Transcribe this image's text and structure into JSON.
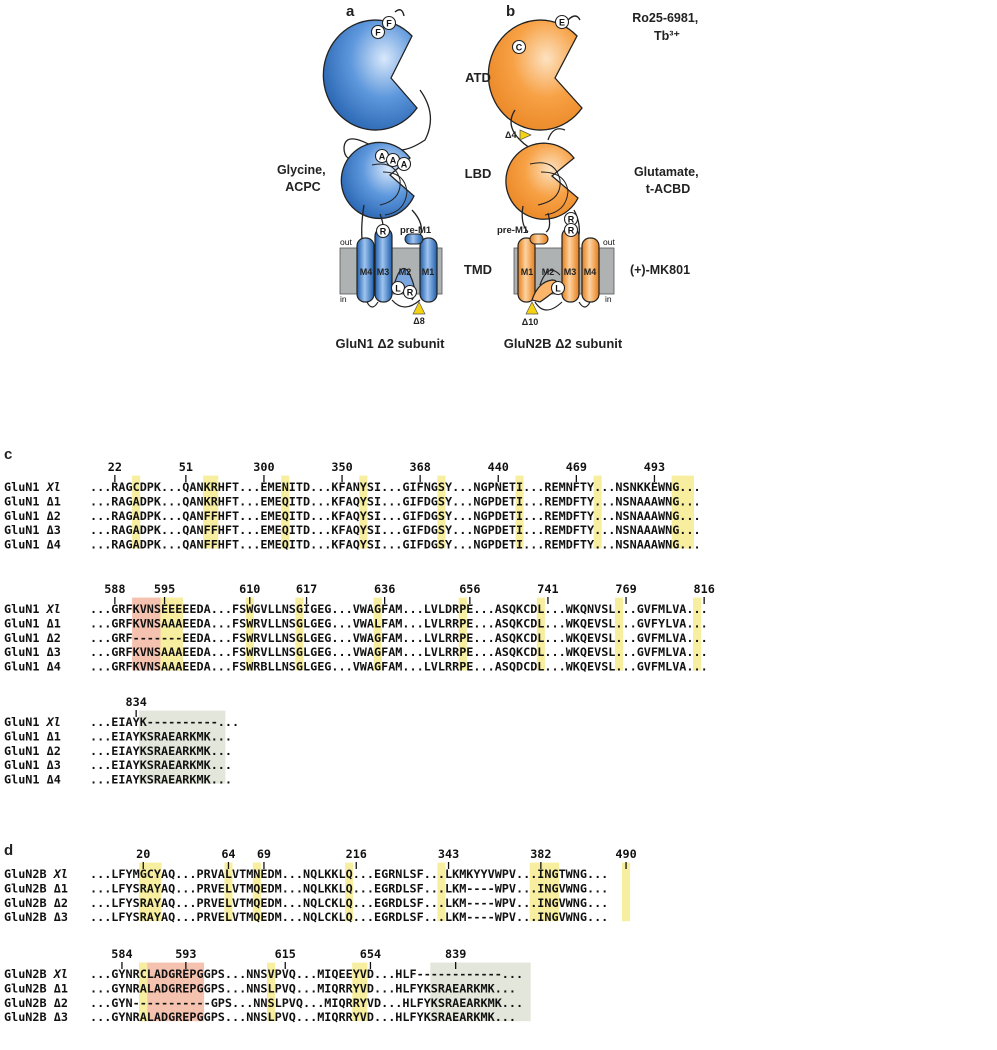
{
  "panels": {
    "a": "a",
    "b": "b",
    "c": "c",
    "d": "d"
  },
  "cartoon": {
    "left": {
      "title": "GluN1 Δ2 subunit",
      "ligands_lbd": "Glycine,\nACPC",
      "atd_residues": [
        "F",
        "F"
      ],
      "lbd_residues": [
        "A",
        "A",
        "A"
      ],
      "pre_m1": "pre-M1",
      "helices": [
        "M4",
        "M3",
        "M2",
        "M1"
      ],
      "membrane_out": "out",
      "membrane_in": "in",
      "tmd_residues": [
        "R",
        "L",
        "R"
      ],
      "deletion": "Δ8",
      "color": "#2a6cbf"
    },
    "right": {
      "title": "GluN2B Δ2 subunit",
      "ligands_atd": "Ro25-6981,\nTb³⁺",
      "ligands_lbd": "Glutamate,\nt-ACBD",
      "ligands_tmd": "(+)-MK801",
      "atd_residues": [
        "C",
        "E"
      ],
      "pre_m1": "pre-M1",
      "helices": [
        "M1",
        "M2",
        "M3",
        "M4"
      ],
      "membrane_out": "out",
      "membrane_in": "in",
      "tmd_residues": [
        "R",
        "R",
        "L"
      ],
      "deletion_linker": "Δ4",
      "deletion": "Δ10",
      "color": "#f0902a"
    },
    "domains": [
      "ATD",
      "LBD",
      "TMD"
    ]
  },
  "colors": {
    "yellow": "#f7eea0",
    "red": "#f5c2b0",
    "gray": "#e3e6da"
  },
  "alignments": {
    "c": [
      {
        "numbers": [
          {
            "n": "22",
            "col": 3
          },
          {
            "n": "51",
            "col": 13
          },
          {
            "n": "300",
            "col": 24
          },
          {
            "n": "350",
            "col": 35
          },
          {
            "n": "368",
            "col": 46
          },
          {
            "n": "440",
            "col": 57
          },
          {
            "n": "469",
            "col": 68
          },
          {
            "n": "493",
            "col": 79
          }
        ],
        "names": [
          "GluN1 Xl",
          "GluN1 Δ1",
          "GluN1 Δ2",
          "GluN1 Δ3",
          "GluN1 Δ4"
        ],
        "seqs": [
          "...RAGCDPK...QANKRHFT...EMENITD...KFANYSI...GIFNGSY...NGPNETI...REMNFTY...NSNKKEWNG...",
          "...RAGADPK...QANKRHFT...EMEQITD...KFAQYSI...GIFDGSY...NGPDETI...REMDFTY...NSNAAAWNG...",
          "...RAGADPK...QANFFHFT...EMEQITD...KFAQYSI...GIFDGSY...NGPDETI...REMDFTY...NSNAAAWNG...",
          "...RAGADPK...QANFFHFT...EMEQITD...KFAQYSI...GIFDGSY...NGPDETI...REMDFTY...NSNAAAWNG...",
          "...RAGADPK...QANFFHFT...EMEQITD...KFAQYSI...GIFDGSY...NGPDETI...REMDFTY...NSNAAAWNG..."
        ],
        "highlights": [
          {
            "c": "yellow",
            "s": 6,
            "e": 6
          },
          {
            "c": "yellow",
            "s": 16,
            "e": 17
          },
          {
            "c": "yellow",
            "s": 27,
            "e": 27
          },
          {
            "c": "yellow",
            "s": 38,
            "e": 38
          },
          {
            "c": "yellow",
            "s": 49,
            "e": 49
          },
          {
            "c": "yellow",
            "s": 60,
            "e": 60
          },
          {
            "c": "yellow",
            "s": 71,
            "e": 71
          },
          {
            "c": "yellow",
            "s": 82,
            "e": 84
          }
        ]
      },
      {
        "numbers": [
          {
            "n": "588",
            "col": 3
          },
          {
            "n": "595",
            "col": 10
          },
          {
            "n": "610",
            "col": 22
          },
          {
            "n": "617",
            "col": 30
          },
          {
            "n": "636",
            "col": 41
          },
          {
            "n": "656",
            "col": 53
          },
          {
            "n": "741",
            "col": 64
          },
          {
            "n": "769",
            "col": 75
          },
          {
            "n": "816",
            "col": 86
          }
        ],
        "names": [
          "GluN1 Xl",
          "GluN1 Δ1",
          "GluN1 Δ2",
          "GluN1 Δ3",
          "GluN1 Δ4"
        ],
        "seqs": [
          "...GRFKVNSEEEEEDA...FSWGVLLNSGIGEG...VWAGFAM...LVLDRPE...ASQKCDL...WKQNVSL...GVFMLVA...",
          "...GRFKVNSAAAEEDA...FSWRVLLNSGLGEG...VWALFAM...LVLRRPE...ASQKCDL...WKQEVSL...GVFYLVA...",
          "...GRF-------EEDA...FSWRVLLNSGLGEG...VWAGFAM...LVLRRPE...ASQKCDL...WKQEVSL...GVFMLVA...",
          "...GRFKVNSAAAEEDA...FSWRVLLNSGLGEG...VWAGFAM...LVLRRPE...ASQKCDL...WKQEVSL...GVFMLVA...",
          "...GRFKVNSAAAEEDA...FSWRBLLNSGLGEG...VWAGFAM...LVLRRPE...ASQDCDL...WKQEVSL...GVFMLVA..."
        ],
        "highlights": [
          {
            "c": "red",
            "s": 6,
            "e": 12
          },
          {
            "c": "yellow",
            "s": 10,
            "e": 12
          },
          {
            "c": "yellow",
            "s": 22,
            "e": 22
          },
          {
            "c": "yellow",
            "s": 29,
            "e": 29
          },
          {
            "c": "yellow",
            "s": 40,
            "e": 40
          },
          {
            "c": "yellow",
            "s": 52,
            "e": 52
          },
          {
            "c": "yellow",
            "s": 63,
            "e": 63
          },
          {
            "c": "yellow",
            "s": 74,
            "e": 74
          },
          {
            "c": "yellow",
            "s": 85,
            "e": 85
          }
        ]
      },
      {
        "numbers": [
          {
            "n": "834",
            "col": 6
          }
        ],
        "names": [
          "GluN1 Xl",
          "GluN1 Δ1",
          "GluN1 Δ2",
          "GluN1 Δ3",
          "GluN1 Δ4"
        ],
        "seqs": [
          "...EIAYK----------...",
          "...EIAYKSRAEARKMK...",
          "...EIAYKSRAEARKMK...",
          "...EIAYKSRAEARKMK...",
          "...EIAYKSRAEARKMK..."
        ],
        "highlights": [
          {
            "c": "gray",
            "s": 7,
            "e": 18
          }
        ]
      }
    ],
    "d": [
      {
        "numbers": [
          {
            "n": "20",
            "col": 7
          },
          {
            "n": "64",
            "col": 19
          },
          {
            "n": "69",
            "col": 24
          },
          {
            "n": "216",
            "col": 37
          },
          {
            "n": "343",
            "col": 50
          },
          {
            "n": "382",
            "col": 63
          },
          {
            "n": "490",
            "col": 75
          }
        ],
        "names": [
          "GluN2B Xl",
          "GluN2B Δ1",
          "GluN2B Δ2",
          "GluN2B Δ3"
        ],
        "seqs": [
          "...LFYMGCYAQ...PRVALVTMNEDM...NQLKKLQ...EGRNLSF...LKMKYYVWPV...INGTWNG...",
          "...LFYSRAYAQ...PRVELVTMQEDM...NQLKKLQ...EGRDLSF...LKM----WPV...INGVWNG...",
          "...LFYSRAYAQ...PRVELVTMQEDM...NQLCKLQ...EGRDLSF...LKM----WPV...INGVWNG...",
          "...LFYSRAYAQ...PRVELVTMQEDM...NQLCKLQ...EGRDLSF...LKM----WPV...INGVWNG..."
        ],
        "highlights": [
          {
            "c": "yellow",
            "s": 7,
            "e": 9
          },
          {
            "c": "yellow",
            "s": 19,
            "e": 19
          },
          {
            "c": "yellow",
            "s": 23,
            "e": 23
          },
          {
            "c": "yellow",
            "s": 36,
            "e": 36
          },
          {
            "c": "yellow",
            "s": 49,
            "e": 49
          },
          {
            "c": "yellow",
            "s": 62,
            "e": 65
          },
          {
            "c": "yellow",
            "s": 75,
            "e": 75
          }
        ]
      },
      {
        "numbers": [
          {
            "n": "584",
            "col": 4
          },
          {
            "n": "593",
            "col": 13
          },
          {
            "n": "615",
            "col": 27
          },
          {
            "n": "654",
            "col": 39
          },
          {
            "n": "839",
            "col": 51
          }
        ],
        "names": [
          "GluN2B Xl",
          "GluN2B Δ1",
          "GluN2B Δ2",
          "GluN2B Δ3"
        ],
        "seqs": [
          "...GYNRCLADGREPGGPS...NNSVPVQ...MIQEEYVD...HLF------------...",
          "...GYNRALADGREPGGPS...NNSLPVQ...MIQRRYVD...HLFYKSRAEARKMK...",
          "...GYN-----------GPS...NNSLPVQ...MIQRRYVD...HLFYKSRAEARKMK...",
          "...GYNRALADGREPGGPS...NNSLPVQ...MIQRRYVD...HLFYKSRAEARKMK..."
        ],
        "highlights": [
          {
            "c": "red",
            "s": 7,
            "e": 15
          },
          {
            "c": "yellow",
            "s": 7,
            "e": 7
          },
          {
            "c": "yellow",
            "s": 25,
            "e": 25
          },
          {
            "c": "yellow",
            "s": 37,
            "e": 38
          },
          {
            "c": "gray",
            "s": 48,
            "e": 61
          }
        ]
      }
    ]
  }
}
